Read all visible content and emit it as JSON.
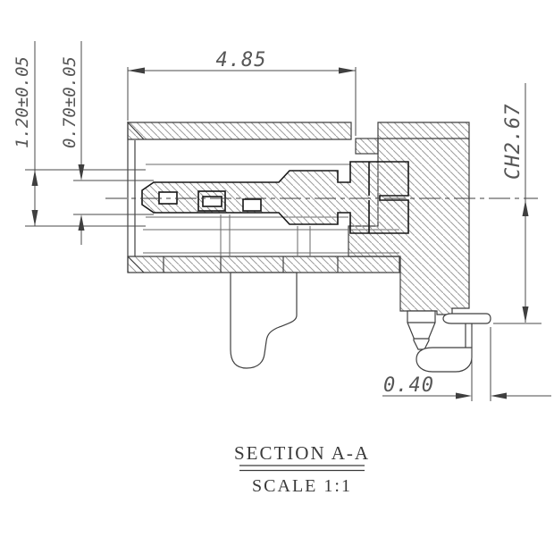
{
  "drawing": {
    "dimensions": {
      "top_width": "4.85",
      "outer_height": "1.20±0.05",
      "inner_height": "0.70±0.05",
      "right_height": "CH2.67",
      "lead_offset": "0.40"
    },
    "title": {
      "section": "SECTION A-A",
      "scale": "SCALE 1:1"
    },
    "colors": {
      "outline": "#3f3f3f",
      "bold_outline": "#161616",
      "hatch": "#9c9c9c",
      "dim_line": "#4a4a4a",
      "dim_text": "#565656",
      "title_text": "#3a3a3a",
      "background": "#ffffff"
    }
  }
}
